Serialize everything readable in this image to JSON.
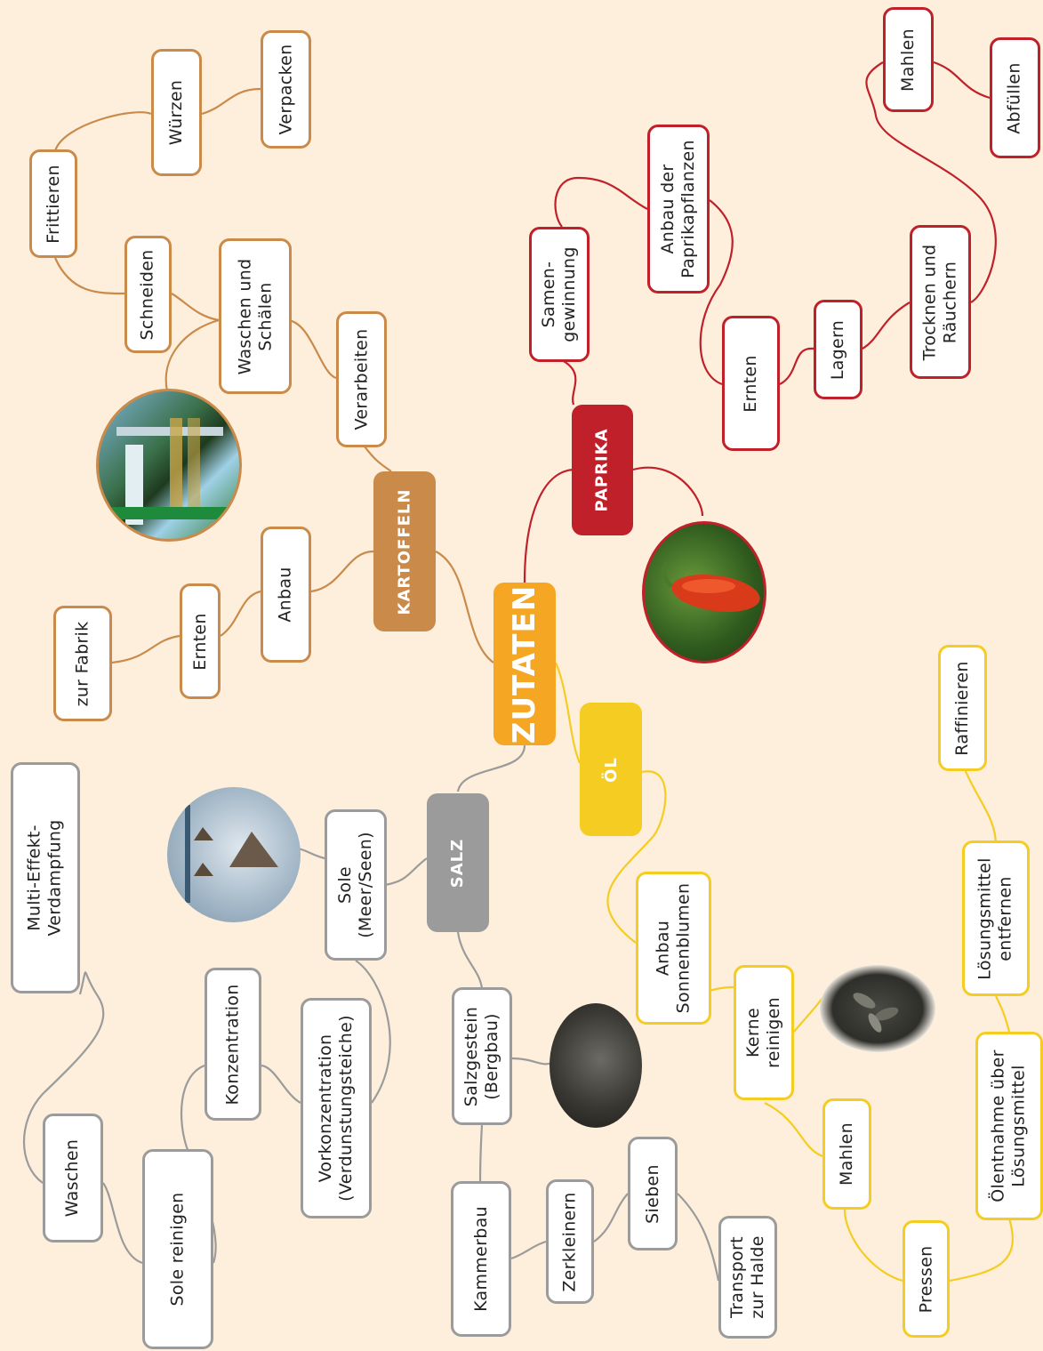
{
  "colors": {
    "background": "#fdefdc",
    "kartoffeln": "#c98a4a",
    "paprika": "#c0202a",
    "oel": "#f5cc22",
    "salz": "#9b9b9b",
    "zutaten": "#f5a623"
  },
  "center": {
    "label": "ZUTATEN"
  },
  "kartoffeln": {
    "hub": "KARTOFFELN",
    "anbau": "Anbau",
    "ernten": "Ernten",
    "zur_fabrik": "zur Fabrik",
    "verarbeiten": "Verarbeiten",
    "waschen_schaelen": "Waschen und\nSchälen",
    "schneiden": "Schneiden",
    "frittieren": "Frittieren",
    "wuerzen": "Würzen",
    "verpacken": "Verpacken"
  },
  "paprika": {
    "hub": "PAPRIKA",
    "samengewinnung": "Samen-\ngewinnung",
    "anbau": "Anbau der\nPaprikapflanzen",
    "ernten": "Ernten",
    "lagern": "Lagern",
    "trocknen": "Trocknen und\nRäuchern",
    "mahlen": "Mahlen",
    "abfuellen": "Abfüllen"
  },
  "oel": {
    "hub": "ÖL",
    "anbau": "Anbau\nSonnenblumen",
    "kerne": "Kerne\nreinigen",
    "mahlen": "Mahlen",
    "pressen": "Pressen",
    "oelentnahme": "Ölentnahme über\nLösungsmittel",
    "loesungsmittel": "Lösungsmittel\nentfernen",
    "raffinieren": "Raffinieren"
  },
  "salz": {
    "hub": "SALZ",
    "sole": "Sole\n(Meer/Seen)",
    "salzgestein": "Salzgestein\n(Bergbau)",
    "kammerbau": "Kammerbau",
    "zerkleinern": "Zerkleinern",
    "sieben": "Sieben",
    "transport": "Transport\nzur Halde",
    "vorkonzentration": "Vorkonzentration\n(Verdunstungsteiche)",
    "konzentration": "Konzentration",
    "sole_reinigen": "Sole reinigen",
    "waschen": "Waschen",
    "multi_effekt": "Multi-Effekt-\nVerdampfung"
  },
  "photos": {
    "factory": "factory-photo",
    "pepper": "red-pepper-photo",
    "seeds": "sunflower-seeds-photo",
    "mine": "salt-mine-photo",
    "saltworks": "salt-evaporation-photo"
  }
}
